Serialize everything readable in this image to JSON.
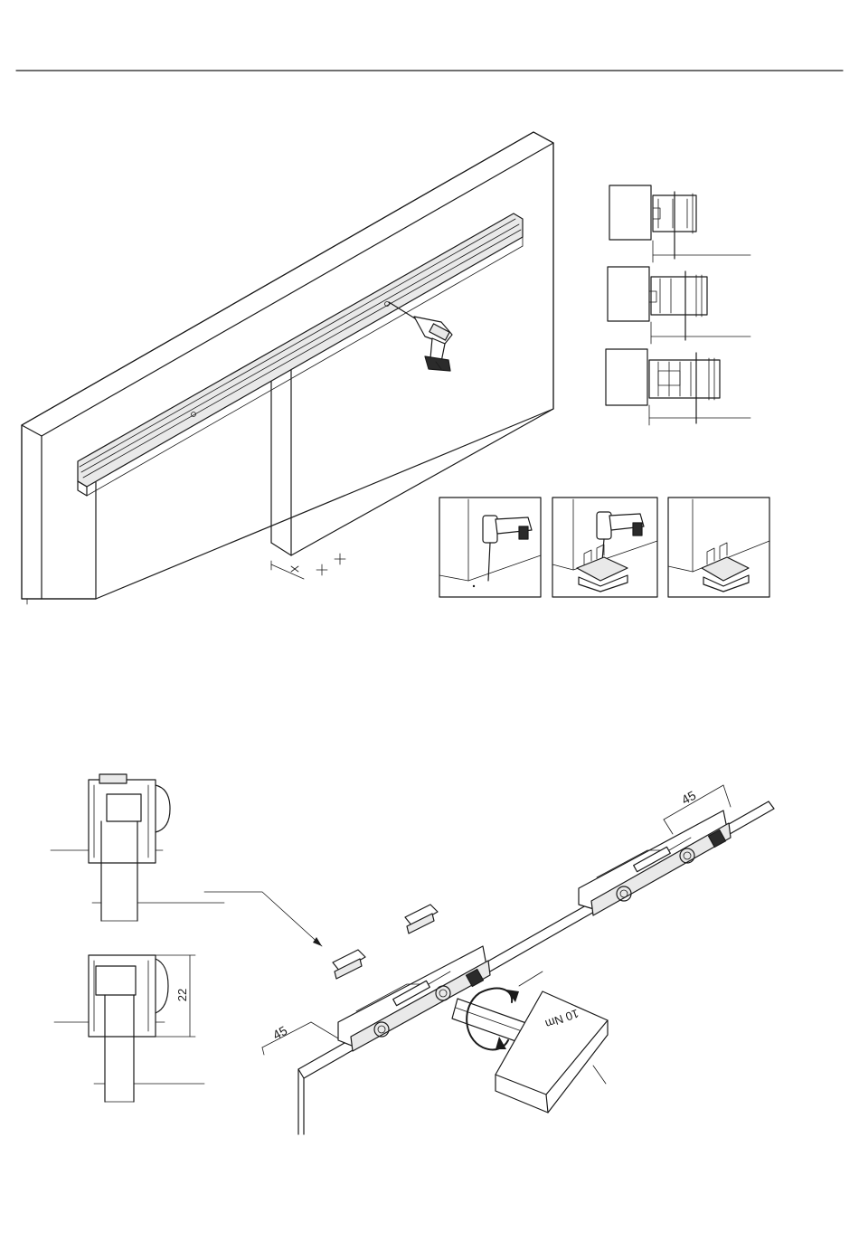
{
  "dimensions": {
    "rail_offset_left": "45",
    "rail_offset_right": "45",
    "hanger_height": "22"
  },
  "torque": {
    "label": "10 Nm"
  }
}
